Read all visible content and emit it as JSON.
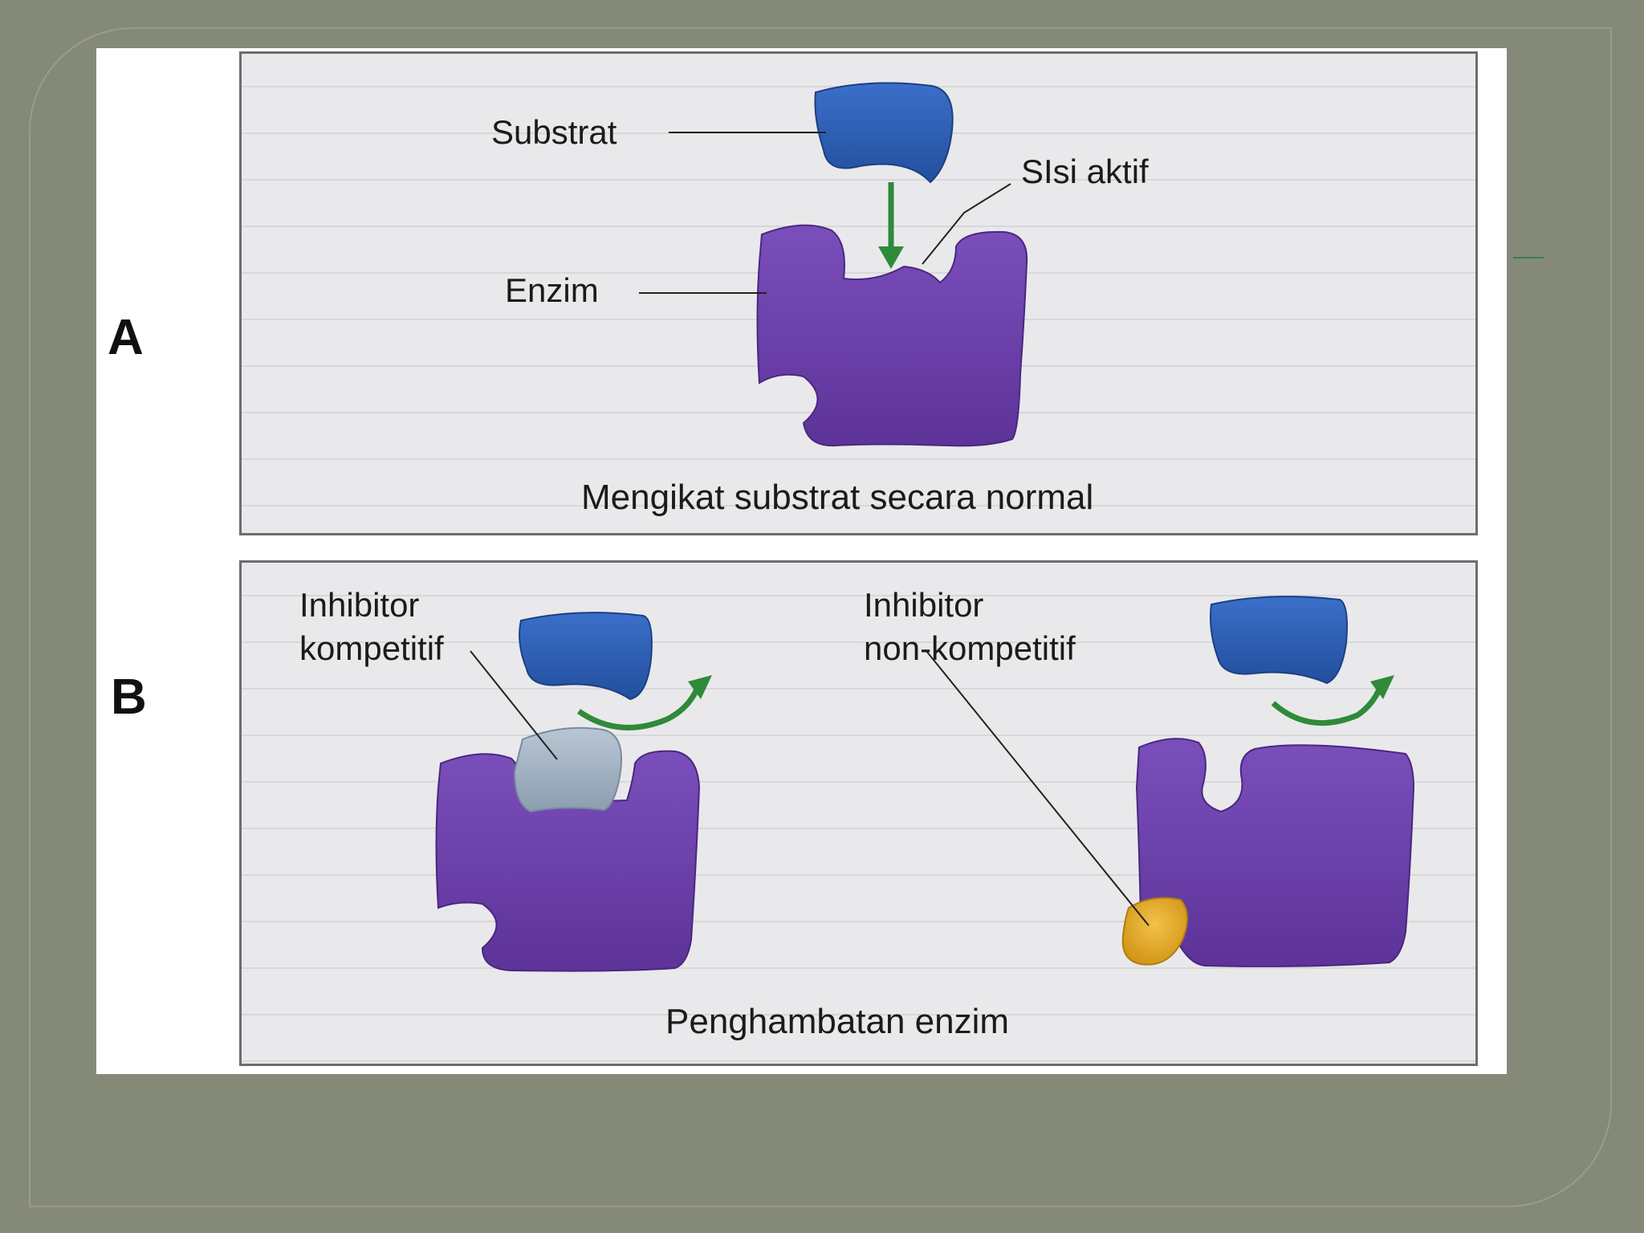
{
  "panel_a": {
    "letter": "A",
    "labels": {
      "substrate": "Substrat",
      "active_site": "SIsi aktif",
      "enzyme": "Enzim"
    },
    "caption": "Mengikat substrat secara normal"
  },
  "panel_b": {
    "letter": "B",
    "labels": {
      "competitive_line1": "Inhibitor",
      "competitive_line2": "kompetitif",
      "noncompetitive_line1": "Inhibitor",
      "noncompetitive_line2": "non-kompetitif"
    },
    "caption": "Penghambatan enzim"
  },
  "colors": {
    "slide_background": "#858a78",
    "enzyme": "#6a3fa8",
    "substrate": "#2d5fb5",
    "competitive_inhibitor": "#9eafbf",
    "noncompetitive_inhibitor": "#e2a52a",
    "arrow": "#2f8a3a"
  }
}
